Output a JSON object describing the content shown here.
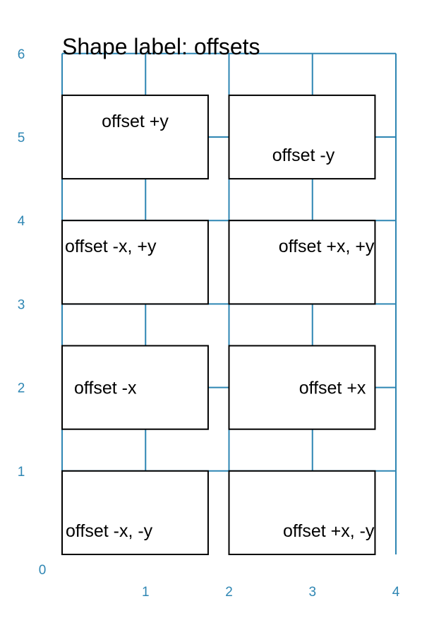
{
  "title": "Shape label: offsets",
  "colors": {
    "axis": "#2e86b3",
    "shape_stroke": "#000000",
    "background": "#ffffff"
  },
  "axes": {
    "x_ticks": [
      "1",
      "2",
      "3",
      "4"
    ],
    "y_ticks": [
      "0",
      "1",
      "2",
      "3",
      "4",
      "5",
      "6"
    ],
    "xlim": [
      0,
      4
    ],
    "ylim": [
      0,
      6
    ]
  },
  "shapes": [
    {
      "label": "offset +y",
      "x": [
        0,
        1.75
      ],
      "y": [
        4.5,
        5.5
      ],
      "offset": "+y"
    },
    {
      "label": "offset -y",
      "x": [
        2,
        3.75
      ],
      "y": [
        4.5,
        5.5
      ],
      "offset": "-y"
    },
    {
      "label": "offset -x, +y",
      "x": [
        0,
        1.75
      ],
      "y": [
        3,
        4
      ],
      "offset": "-x,+y"
    },
    {
      "label": "offset +x, +y",
      "x": [
        2,
        3.75
      ],
      "y": [
        3,
        4
      ],
      "offset": "+x,+y"
    },
    {
      "label": "offset -x",
      "x": [
        0,
        1.75
      ],
      "y": [
        1.5,
        2.5
      ],
      "offset": "-x"
    },
    {
      "label": "offset +x",
      "x": [
        2,
        3.75
      ],
      "y": [
        1.5,
        2.5
      ],
      "offset": "+x"
    },
    {
      "label": "offset -x, -y",
      "x": [
        0,
        1.75
      ],
      "y": [
        0,
        1
      ],
      "offset": "-x,-y"
    },
    {
      "label": "offset +x, -y",
      "x": [
        2,
        3.75
      ],
      "y": [
        0,
        1
      ],
      "offset": "+x,-y"
    }
  ]
}
